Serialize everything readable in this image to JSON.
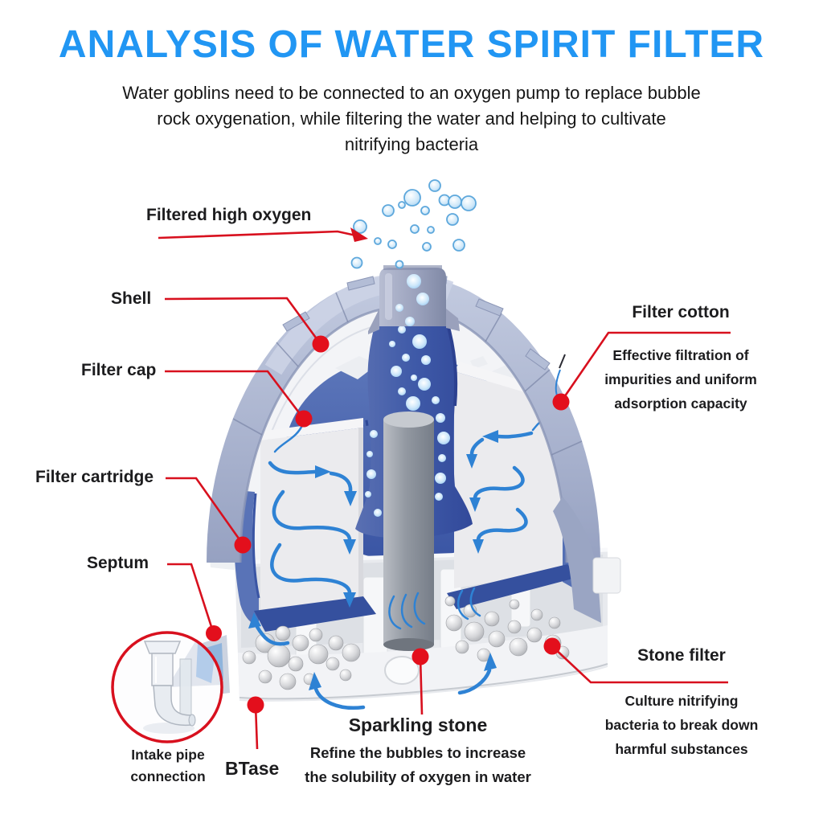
{
  "title": "ANALYSIS OF WATER SPIRIT FILTER",
  "subtitle_lines": [
    "Water goblins need to be connected to an oxygen pump to replace bubble",
    "rock oxygenation, while filtering the water and helping to cultivate",
    "nitrifying bacteria"
  ],
  "labels": {
    "filtered_high_oxygen": {
      "text": "Filtered high oxygen"
    },
    "shell": {
      "text": "Shell"
    },
    "filter_cap": {
      "text": "Filter cap"
    },
    "filter_cartridge": {
      "text": "Filter cartridge"
    },
    "septum": {
      "text": "Septum"
    },
    "intake_pipe": {
      "line1": "Intake pipe",
      "line2": "connection"
    },
    "btase": {
      "text": "BTase"
    },
    "sparkling_stone": {
      "text": "Sparkling stone",
      "desc_line1": "Refine the bubbles to increase",
      "desc_line2": "the solubility of oxygen in water"
    },
    "filter_cotton": {
      "text": "Filter cotton",
      "desc_line1": "Effective filtration of",
      "desc_line2": "impurities and uniform",
      "desc_line3": "adsorption capacity"
    },
    "stone_filter": {
      "text": "Stone filter",
      "desc_line1": "Culture nitrifying",
      "desc_line2": "bacteria to break down",
      "desc_line3": "harmful substances"
    }
  },
  "colors": {
    "title_blue": "#2196f3",
    "callout_red": "#d8101e",
    "flow_arrow_blue": "#2e82d4",
    "shell_lavender": "#aab4d0",
    "cap_dark_blue": "#4a64ae",
    "text_dark": "#1c1c1e"
  }
}
